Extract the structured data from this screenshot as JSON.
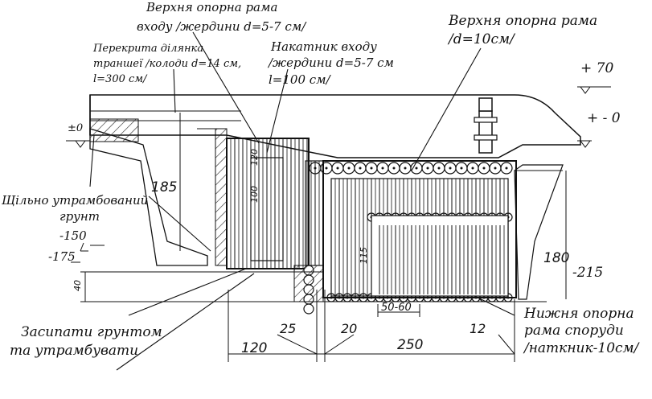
{
  "labels": {
    "top_frame_entrance_1": "Верхня опорна рама",
    "top_frame_entrance_2": "входу /жердини d=5-7 см/",
    "trench_cover_1": "Перекрита ділянка",
    "trench_cover_2": "траншеї /колоди d=14 см,",
    "trench_cover_3": "l=300 см/",
    "entrance_roll_1": "Накатник входу",
    "entrance_roll_2": "/жердини d=5-7 см",
    "entrance_roll_3": "l=100 см/",
    "top_frame_main_1": "Верхня опорна рама",
    "top_frame_main_2": "/d=10см/",
    "compacted_1": "Щільно утрамбований",
    "compacted_2": "грунт",
    "backfill_1": "Засипати грунтом",
    "backfill_2": "та утрамбувати",
    "bottom_frame_1": "Нижня опорна",
    "bottom_frame_2": "рама споруди",
    "bottom_frame_3": "/наткник-10см/"
  },
  "levels": {
    "plus70": "+ 70",
    "pm0_right": "+ - 0",
    "pm0_left": "±0",
    "m150": "-150",
    "m175": "-175",
    "m215": "-215"
  },
  "dimensions": {
    "d185": "185",
    "d180": "180",
    "d40": "40",
    "d120": "120",
    "d25": "25",
    "d20": "20",
    "d250": "250",
    "d12": "12",
    "d50_60": "50-60",
    "d115": "115",
    "d100": "100",
    "d120v": "120"
  }
}
